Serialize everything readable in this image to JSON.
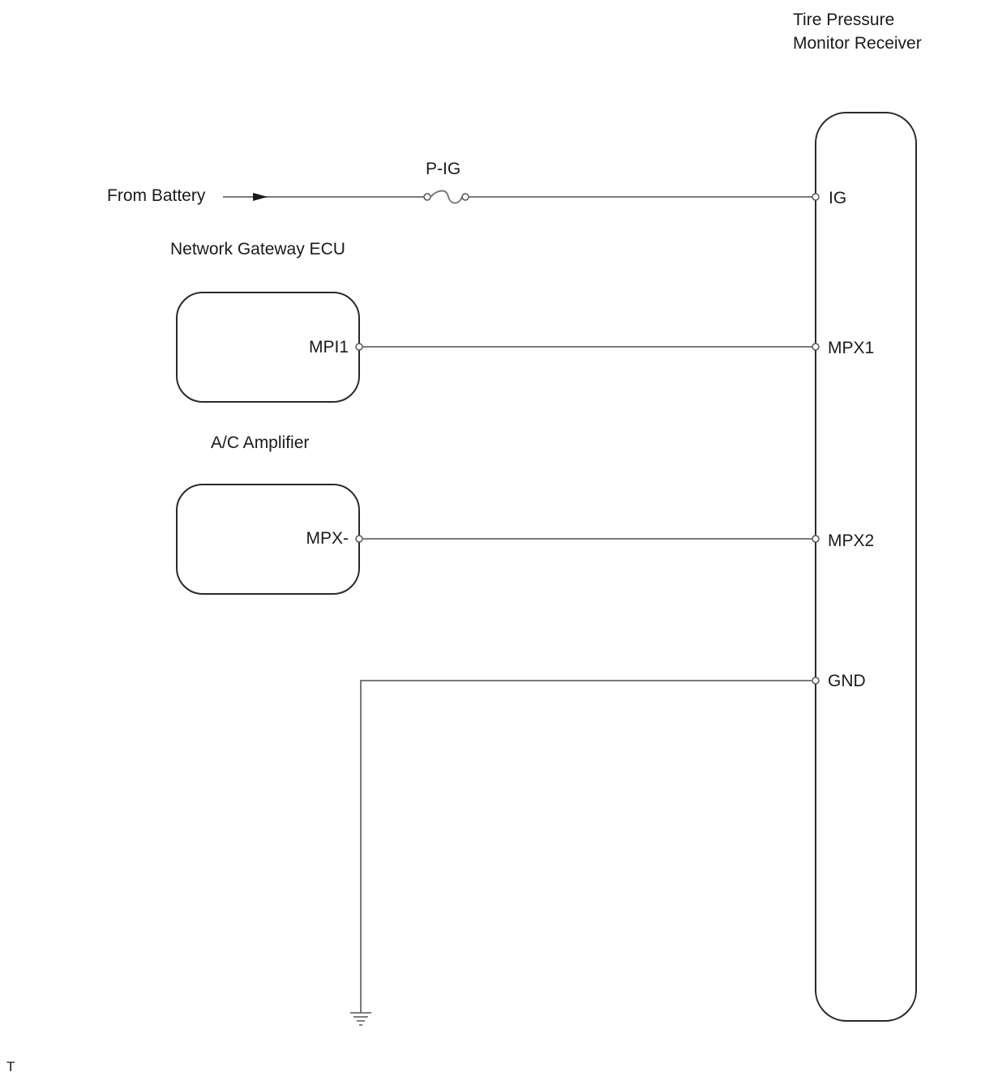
{
  "receiver": {
    "title_line1": "Tire Pressure",
    "title_line2": "Monitor Receiver",
    "pins": {
      "ig": "IG",
      "mpx1": "MPX1",
      "mpx2": "MPX2",
      "gnd": "GND"
    }
  },
  "battery": {
    "label": "From Battery"
  },
  "fuse": {
    "label": "P-IG"
  },
  "gateway_ecu": {
    "title": "Network Gateway ECU",
    "pin": "MPI1"
  },
  "ac_amplifier": {
    "title": "A/C Amplifier",
    "pin": "MPX-"
  },
  "footer": {
    "code": "T"
  },
  "colors": {
    "wire": "#7a7a7a",
    "outline": "#2a2a2a",
    "text": "#1a1a1a"
  }
}
